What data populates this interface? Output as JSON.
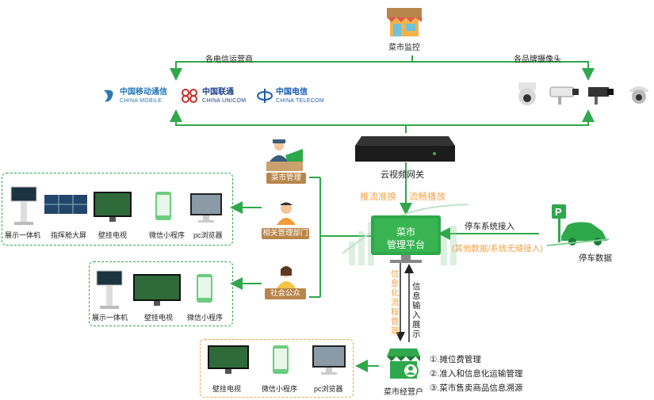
{
  "top": {
    "market_monitor": "菜市监控"
  },
  "links": {
    "carriers": "各电信运营商",
    "cameras": "各品牌摄像头"
  },
  "carriers": [
    {
      "name": "中国移动通信",
      "en": "CHINA MOBILE",
      "color": "#2b78b4"
    },
    {
      "name": "中国联通",
      "en": "CHINA UNICOM",
      "color": "#1c3f8f"
    },
    {
      "name": "中国电信",
      "en": "CHINA TELECOM",
      "color": "#1b5db0"
    }
  ],
  "gateway": {
    "label": "云视频网关",
    "push": "推流准换",
    "play": "流畅播放"
  },
  "platform": {
    "line1": "菜市",
    "line2": "管理平台"
  },
  "parking": {
    "access": "停车系统接入",
    "note": "(其他数据/系统无缝接入)",
    "data": "停车数据"
  },
  "roles": {
    "market_mgmt": "菜市管理",
    "dept": "相关管理部门",
    "public": "社会公众"
  },
  "group1": [
    "展示一体机",
    "指挥舱大屏",
    "壁挂电视",
    "微信小程序",
    "pc浏览器"
  ],
  "group2": [
    "展示一体机",
    "壁挂电视",
    "微信小程序"
  ],
  "group3": [
    "壁挂电视",
    "微信小程序",
    "pc浏览器"
  ],
  "flows": {
    "process": "信息化流程管理",
    "input": "信息输入展示"
  },
  "vendor": {
    "label": "菜市经营户",
    "items": [
      "①.摊位费管理",
      "②.准入和信息化运输管理",
      "③.菜市售卖商品信息溯源"
    ]
  },
  "colors": {
    "green": "#2ea84a",
    "orange": "#f0a34a",
    "brown": "#b8864b"
  }
}
